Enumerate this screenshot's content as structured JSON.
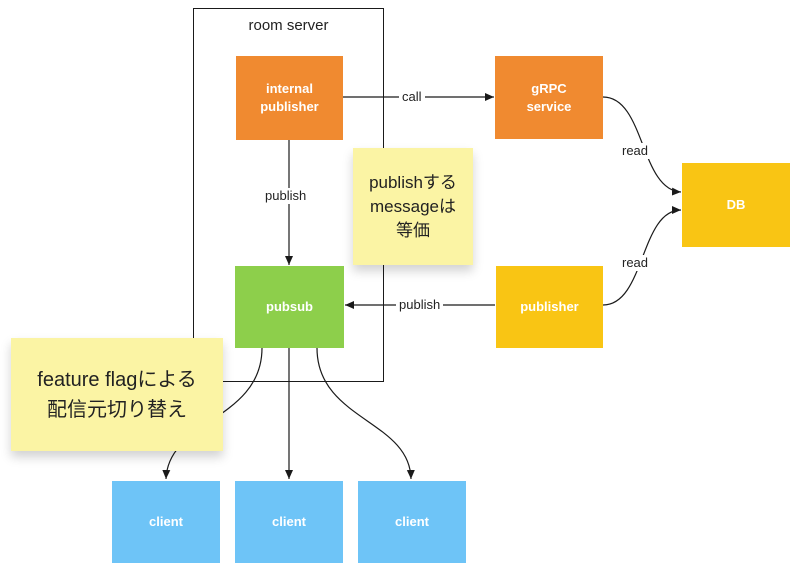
{
  "diagram": {
    "frame_label": "room server",
    "nodes": {
      "internal_publisher": "internal\npublisher",
      "grpc_service": "gRPC\nservice",
      "db": "DB",
      "pubsub": "pubsub",
      "publisher": "publisher",
      "client_1": "client",
      "client_2": "client",
      "client_3": "client"
    },
    "edge_labels": {
      "call": "call",
      "read_top": "read",
      "read_bottom": "read",
      "publish_vertical": "publish",
      "publish_horizontal": "publish"
    },
    "notes": {
      "publish_message": "publishする\nmessageは\n等価",
      "feature_flag": "feature flagによる\n配信元切り替え"
    },
    "colors": {
      "orange": "#f08a30",
      "yellow": "#f9c514",
      "green": "#8dcf4b",
      "blue": "#6ec4f7",
      "sticky": "#fbf4a4"
    }
  }
}
